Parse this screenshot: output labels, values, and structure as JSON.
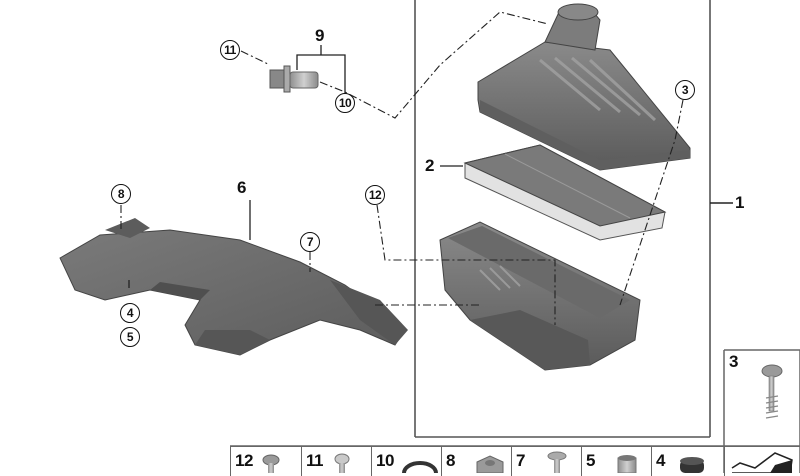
{
  "diagram": {
    "title": "Air intake silencer / filter element parts diagram",
    "colors": {
      "part_fill": "#6e6e6e",
      "part_dark": "#4a4a4a",
      "part_light": "#9a9a9a",
      "filter_light": "#e4e4e4",
      "line": "#222222",
      "frame": "#555555"
    },
    "callouts": {
      "c1": "1",
      "c2": "2",
      "c3": "3",
      "c4": "4",
      "c5": "5",
      "c6": "6",
      "c7": "7",
      "c8": "8",
      "c9": "9",
      "c10": "10",
      "c11": "11",
      "c12": "12"
    },
    "parts": [
      {
        "id": "1",
        "name": "intake-silencer-assembly"
      },
      {
        "id": "2",
        "name": "air-filter-element"
      },
      {
        "id": "3",
        "name": "screw"
      },
      {
        "id": "4",
        "name": "grommet"
      },
      {
        "id": "5",
        "name": "bushing"
      },
      {
        "id": "6",
        "name": "air-intake-duct"
      },
      {
        "id": "7",
        "name": "countersunk-screw"
      },
      {
        "id": "8",
        "name": "nut"
      },
      {
        "id": "9",
        "name": "sensor-set"
      },
      {
        "id": "10",
        "name": "o-ring"
      },
      {
        "id": "11",
        "name": "fillister-head-screw"
      },
      {
        "id": "12",
        "name": "hex-bolt-with-washer"
      }
    ],
    "side_panel": {
      "number": "3"
    },
    "bottom_row": [
      {
        "number": "12",
        "icon": "hex-bolt-icon"
      },
      {
        "number": "11",
        "icon": "torx-screw-icon"
      },
      {
        "number": "10",
        "icon": "o-ring-icon"
      },
      {
        "number": "8",
        "icon": "nut-icon"
      },
      {
        "number": "7",
        "icon": "countersunk-screw-icon"
      },
      {
        "number": "5",
        "icon": "bushing-icon"
      },
      {
        "number": "4",
        "icon": "grommet-icon"
      },
      {
        "number": "",
        "icon": "bookmark-icon"
      }
    ]
  }
}
